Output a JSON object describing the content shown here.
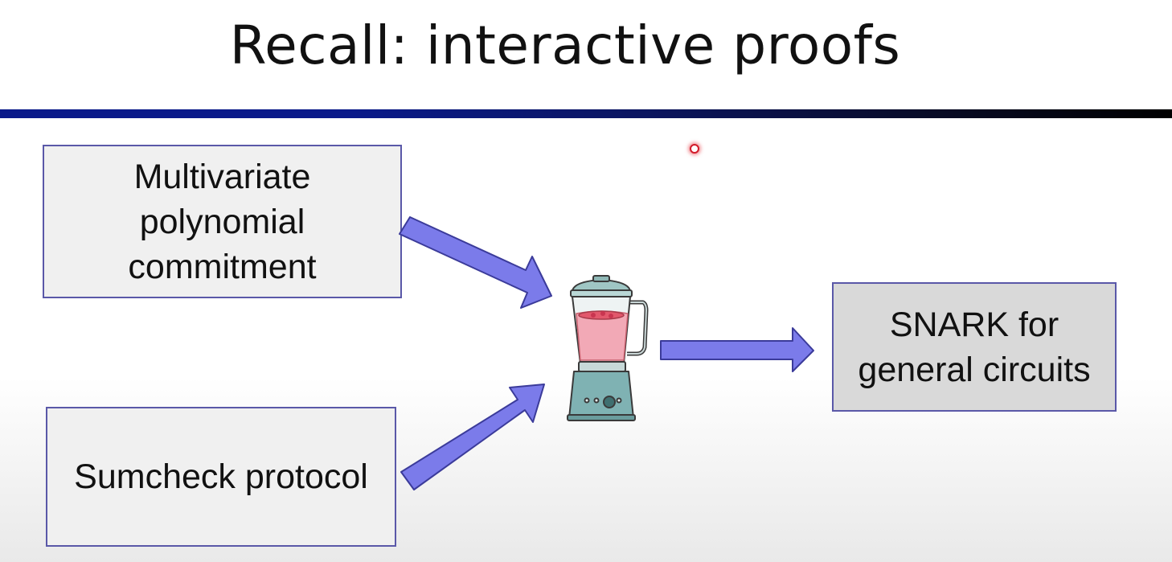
{
  "slide": {
    "title": "Recall: interactive proofs"
  },
  "boxes": {
    "polynomial_commitment": "Multivariate polynomial commitment",
    "polynomial_commitment_lines": [
      "Multivariate",
      "polynomial",
      "commitment"
    ],
    "sumcheck": "Sumcheck protocol",
    "snark": "SNARK for general circuits",
    "snark_lines": [
      "SNARK for",
      "general circuits"
    ]
  },
  "icons": {
    "center": "blender-icon",
    "arrows": "arrow-right-icon",
    "pointer": "laser-pointer-dot"
  },
  "colors": {
    "arrow_fill": "#7b7bea",
    "arrow_stroke": "#3b3b9a",
    "rule_blue": "#0a1a8a",
    "box_border": "#5a58a8",
    "box_fill": "#f0f0f0",
    "snark_fill": "#d9d9d9",
    "pointer_red": "#d21b2a"
  }
}
